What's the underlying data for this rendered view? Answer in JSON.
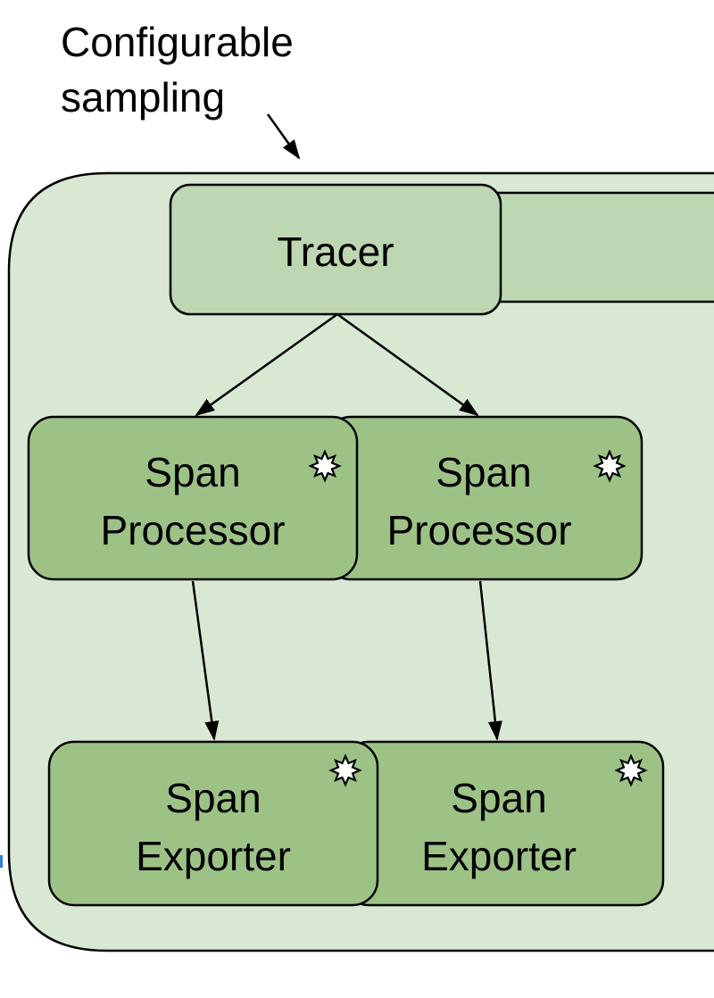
{
  "annotation": {
    "line1": "Configurable",
    "line2": "sampling"
  },
  "tracer": {
    "label": "Tracer"
  },
  "span_processors": [
    {
      "line1": "Span",
      "line2": "Processor"
    },
    {
      "line1": "Span",
      "line2": "Processor"
    }
  ],
  "span_exporters": [
    {
      "line1": "Span",
      "line2": "Exporter"
    },
    {
      "line1": "Span",
      "line2": "Exporter"
    }
  ],
  "colors": {
    "container_fill": "#d9e8d3",
    "tracer_fill": "#bcd7b1",
    "node_fill": "#9dc286",
    "stroke": "#000000",
    "accent_edge": "#2f7ed8"
  },
  "icons": {
    "plugin_marker": "starburst-icon"
  }
}
